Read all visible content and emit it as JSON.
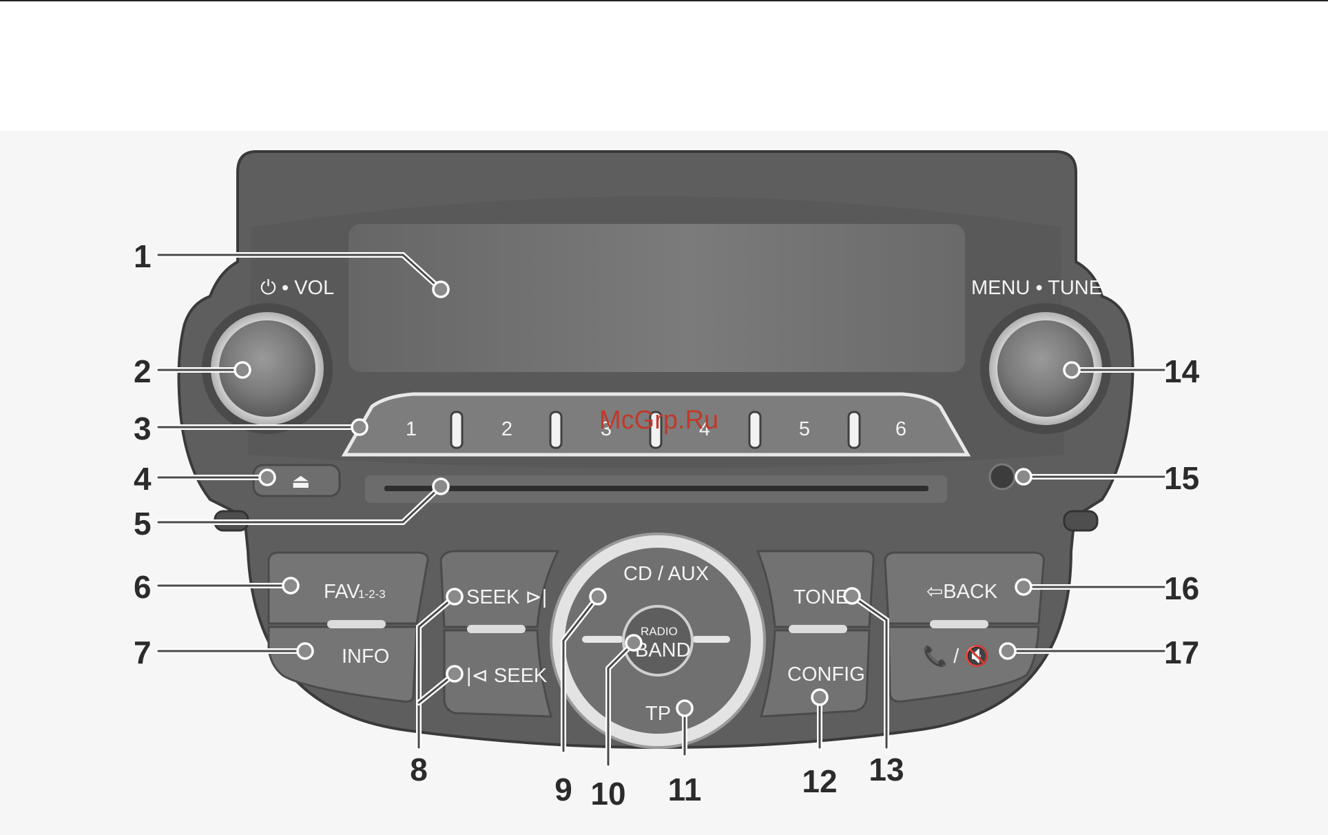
{
  "watermark": "McGrp.Ru",
  "panel": {
    "knob_left_label": "⏻ • VOL",
    "knob_right_label": "MENU • TUNE",
    "eject_symbol": "⏏",
    "preset_buttons": [
      "1",
      "2",
      "3",
      "4",
      "5",
      "6"
    ],
    "fav_label": "FAV",
    "fav_sub_label": "1-2-3",
    "info_label": "INFO",
    "seek_forward_label": "SEEK ⊳|",
    "seek_back_label": "|⊲ SEEK",
    "cd_aux_label": "CD / AUX",
    "radio_label": "RADIO",
    "band_label": "BAND",
    "tp_label": "TP",
    "tone_label": "TONE",
    "config_label": "CONFIG",
    "back_label": "⇦BACK",
    "phone_mute_label": "📞 / 🔇"
  },
  "callouts": [
    "1",
    "2",
    "3",
    "4",
    "5",
    "6",
    "7",
    "8",
    "9",
    "10",
    "11",
    "12",
    "13",
    "14",
    "15",
    "16",
    "17"
  ],
  "colors": {
    "body_dark": "#5c5c5c",
    "body_mid": "#717171",
    "display": "#676767",
    "text_on_panel": "#f4f4f4",
    "callout_text": "#2b2b2b"
  }
}
